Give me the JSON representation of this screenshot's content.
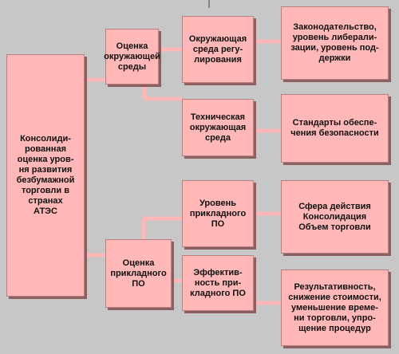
{
  "diagram": {
    "root": "Консолиди-\nрованная\nоценка уров-\nня развития\nбезбумажной\nторговли в\nстранах\nАТЭС",
    "environment_assessment": "Оценка\nокружающей\nсреды",
    "software_assessment": "Оценка\nприкладного\nПО",
    "regulatory_environment": "Окружающая\nсреда регу-\nлирования",
    "technical_environment": "Техническая\nокружающая\nсреда",
    "software_level": "Уровень\nприкладного\nПО",
    "software_efficiency": "Эффектив-\nность при-\nкладного ПО",
    "legislation": "Законодательство,\nуровень либерали-\nзации, уровень под-\nдержки",
    "security_standards": "Стандарты обеспе-\nчения безопасности",
    "scope": "Сфера действия\nКонсолидация\nОбъем торговли",
    "effectiveness": "Результативность,\nснижение стоимости,\nуменьшение време-\nни торговли, упро-\nщение процедур"
  },
  "colors": {
    "background": "#c7c7c7",
    "box_fill": "#ffb7b7",
    "box_shadow": "#8e5f5f",
    "connector": "#ffb7b7"
  }
}
